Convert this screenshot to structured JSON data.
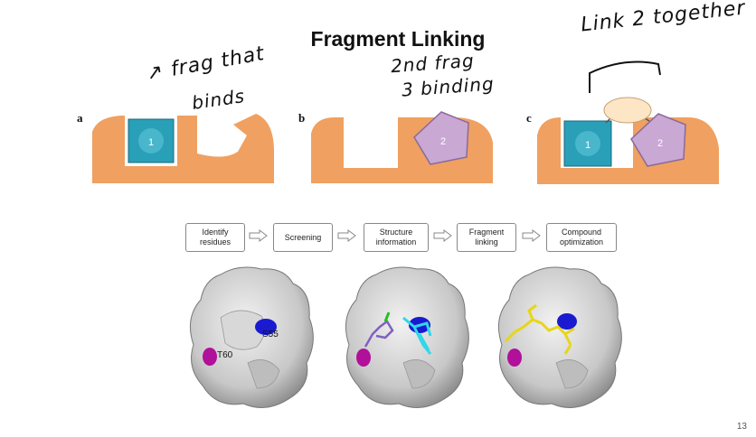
{
  "slide": {
    "title": "Fragment Linking",
    "page_number": "13"
  },
  "handwriting": {
    "note_a_line1": "frag that",
    "note_a_line2": "binds",
    "note_b_line1": "2nd frag",
    "note_b_line2": "binding",
    "note_c": "Link 2 together"
  },
  "panels": {
    "a": {
      "label": "a",
      "fragment": "1"
    },
    "b": {
      "label": "b",
      "fragment": "2"
    },
    "c": {
      "label": "c",
      "fragment1": "1",
      "fragment2": "2"
    }
  },
  "flowchart": {
    "steps": [
      "Identify\nresidues",
      "Screening",
      "Structure\ninformation",
      "Fragment\nlinking",
      "Compound\noptimization"
    ]
  },
  "protein_labels": {
    "residue_1": "T60",
    "residue_2": "S55"
  },
  "colors": {
    "pocket": "#f0a060",
    "fragment1": "#2a9fb8",
    "fragment2": "#c9a8d4",
    "linker": "#fde6c6",
    "highlight_blue": "#1a1ad0",
    "highlight_magenta": "#b0109a",
    "ligand_cyan": "#2fd7e8",
    "ligand_yellow": "#e6d61a"
  }
}
